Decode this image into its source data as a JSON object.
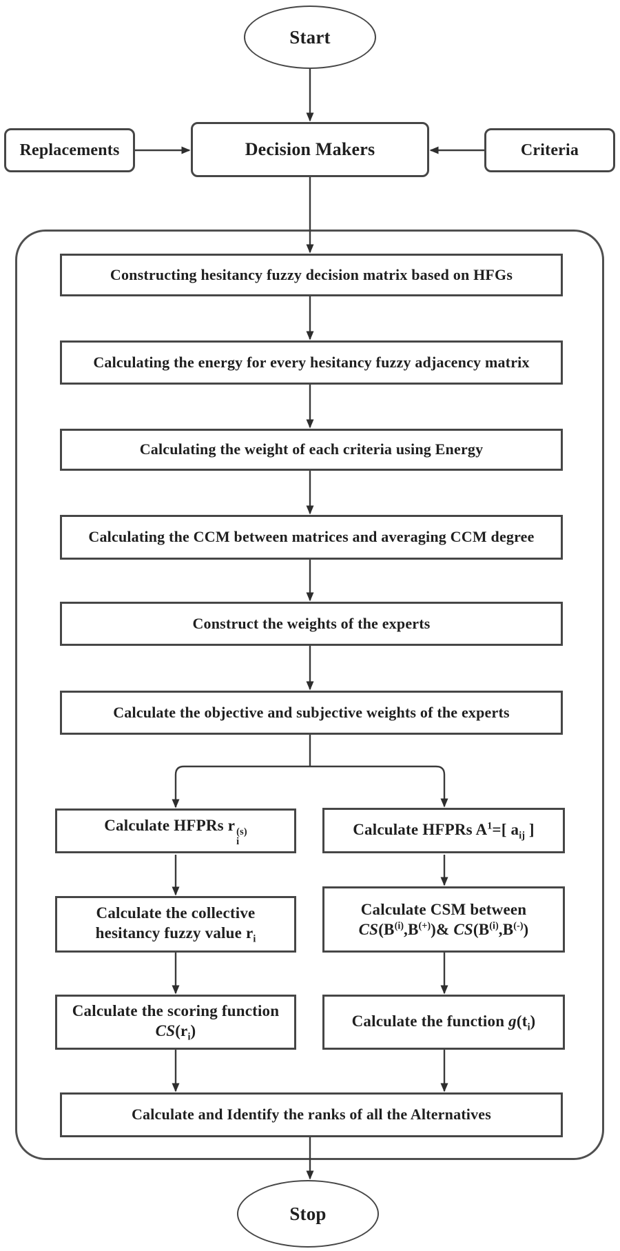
{
  "colors": {
    "line": "#3a3a3a",
    "box_border": "#464646",
    "container_border": "#4f4f4f",
    "text": "#1f1f1f",
    "background": "#ffffff"
  },
  "nodes": {
    "start": {
      "label": "Start"
    },
    "replacements": {
      "label": "Replacements"
    },
    "decision_makers": {
      "label": "Decision Makers"
    },
    "criteria": {
      "label": "Criteria"
    },
    "step1": {
      "label": "Constructing hesitancy fuzzy decision matrix based on HFGs"
    },
    "step2": {
      "label": "Calculating the energy for every hesitancy fuzzy adjacency matrix"
    },
    "step3": {
      "label": "Calculating the weight of each criteria using Energy"
    },
    "step4": {
      "label": "Calculating the CCM between matrices and  averaging CCM degree"
    },
    "step5": {
      "label": "Construct the weights of the experts"
    },
    "step6": {
      "label": "Calculate the objective and subjective weights of the experts"
    },
    "left_a": {
      "rich": [
        [
          {
            "s": "Calculate HFPRs  r"
          },
          {
            "sup": "(s)",
            "sub": "i"
          }
        ]
      ]
    },
    "right_a": {
      "rich": [
        [
          {
            "s": "Calculate HFPRs  A"
          },
          {
            "s": "1",
            "st": "sup"
          },
          {
            "s": "=[ a"
          },
          {
            "s": "ij",
            "st": "sub"
          },
          {
            "s": " ]"
          }
        ]
      ]
    },
    "left_b": {
      "rich": [
        [
          {
            "s": "Calculate the collective"
          }
        ],
        [
          {
            "s": "hesitancy fuzzy value r"
          },
          {
            "s": "i",
            "st": "sub"
          }
        ]
      ]
    },
    "right_b": {
      "rich": [
        [
          {
            "s": "Calculate CSM between"
          }
        ],
        [
          {
            "s": "CS",
            "st": "i"
          },
          {
            "s": "(B"
          },
          {
            "s": "(i)",
            "st": "sup"
          },
          {
            "s": ",B"
          },
          {
            "s": "(+)",
            "st": "sup"
          },
          {
            "s": ")& "
          },
          {
            "s": "CS",
            "st": "i"
          },
          {
            "s": "(B"
          },
          {
            "s": "(i)",
            "st": "sup"
          },
          {
            "s": ",B"
          },
          {
            "s": "(-)",
            "st": "sup"
          },
          {
            "s": ")"
          }
        ]
      ]
    },
    "left_c": {
      "rich": [
        [
          {
            "s": "Calculate the scoring function"
          }
        ],
        [
          {
            "s": "CS",
            "st": "i"
          },
          {
            "s": "(r"
          },
          {
            "s": "i",
            "st": "sub"
          },
          {
            "s": ")"
          }
        ]
      ]
    },
    "right_c": {
      "rich": [
        [
          {
            "s": "Calculate the function "
          },
          {
            "s": "g",
            "st": "i"
          },
          {
            "s": "(t"
          },
          {
            "s": "i",
            "st": "sub"
          },
          {
            "s": ")"
          }
        ]
      ]
    },
    "final": {
      "label": "Calculate and Identify the ranks of all the Alternatives"
    },
    "stop": {
      "label": "Stop"
    }
  }
}
